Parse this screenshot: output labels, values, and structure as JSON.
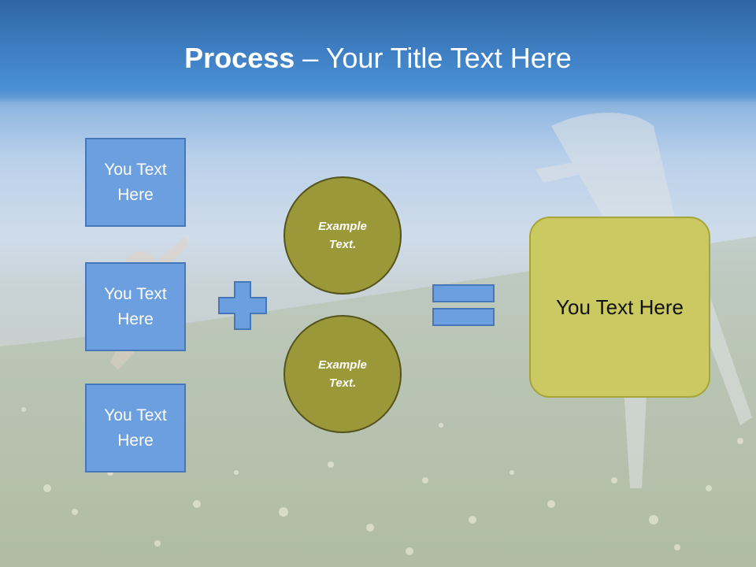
{
  "slide": {
    "title_bold": "Process",
    "title_rest": " – Your Title Text Here"
  },
  "boxes": [
    {
      "label": "You Text Here"
    },
    {
      "label": "You Text Here"
    },
    {
      "label": "You Text Here"
    }
  ],
  "circles": [
    {
      "label": "Example Text."
    },
    {
      "label": "Example Text."
    }
  ],
  "result": {
    "label": "You Text Here"
  },
  "icons": {
    "plus": "plus-icon",
    "equals": "equals-icon"
  },
  "colors": {
    "title_bar": "#3d7cc0",
    "text_box_fill": "#6c9fdf",
    "text_box_border": "#4677b8",
    "circle_fill": "#9a9839",
    "circle_border": "#54531c",
    "result_fill": "#cbc961",
    "result_border": "#a7a43a"
  }
}
